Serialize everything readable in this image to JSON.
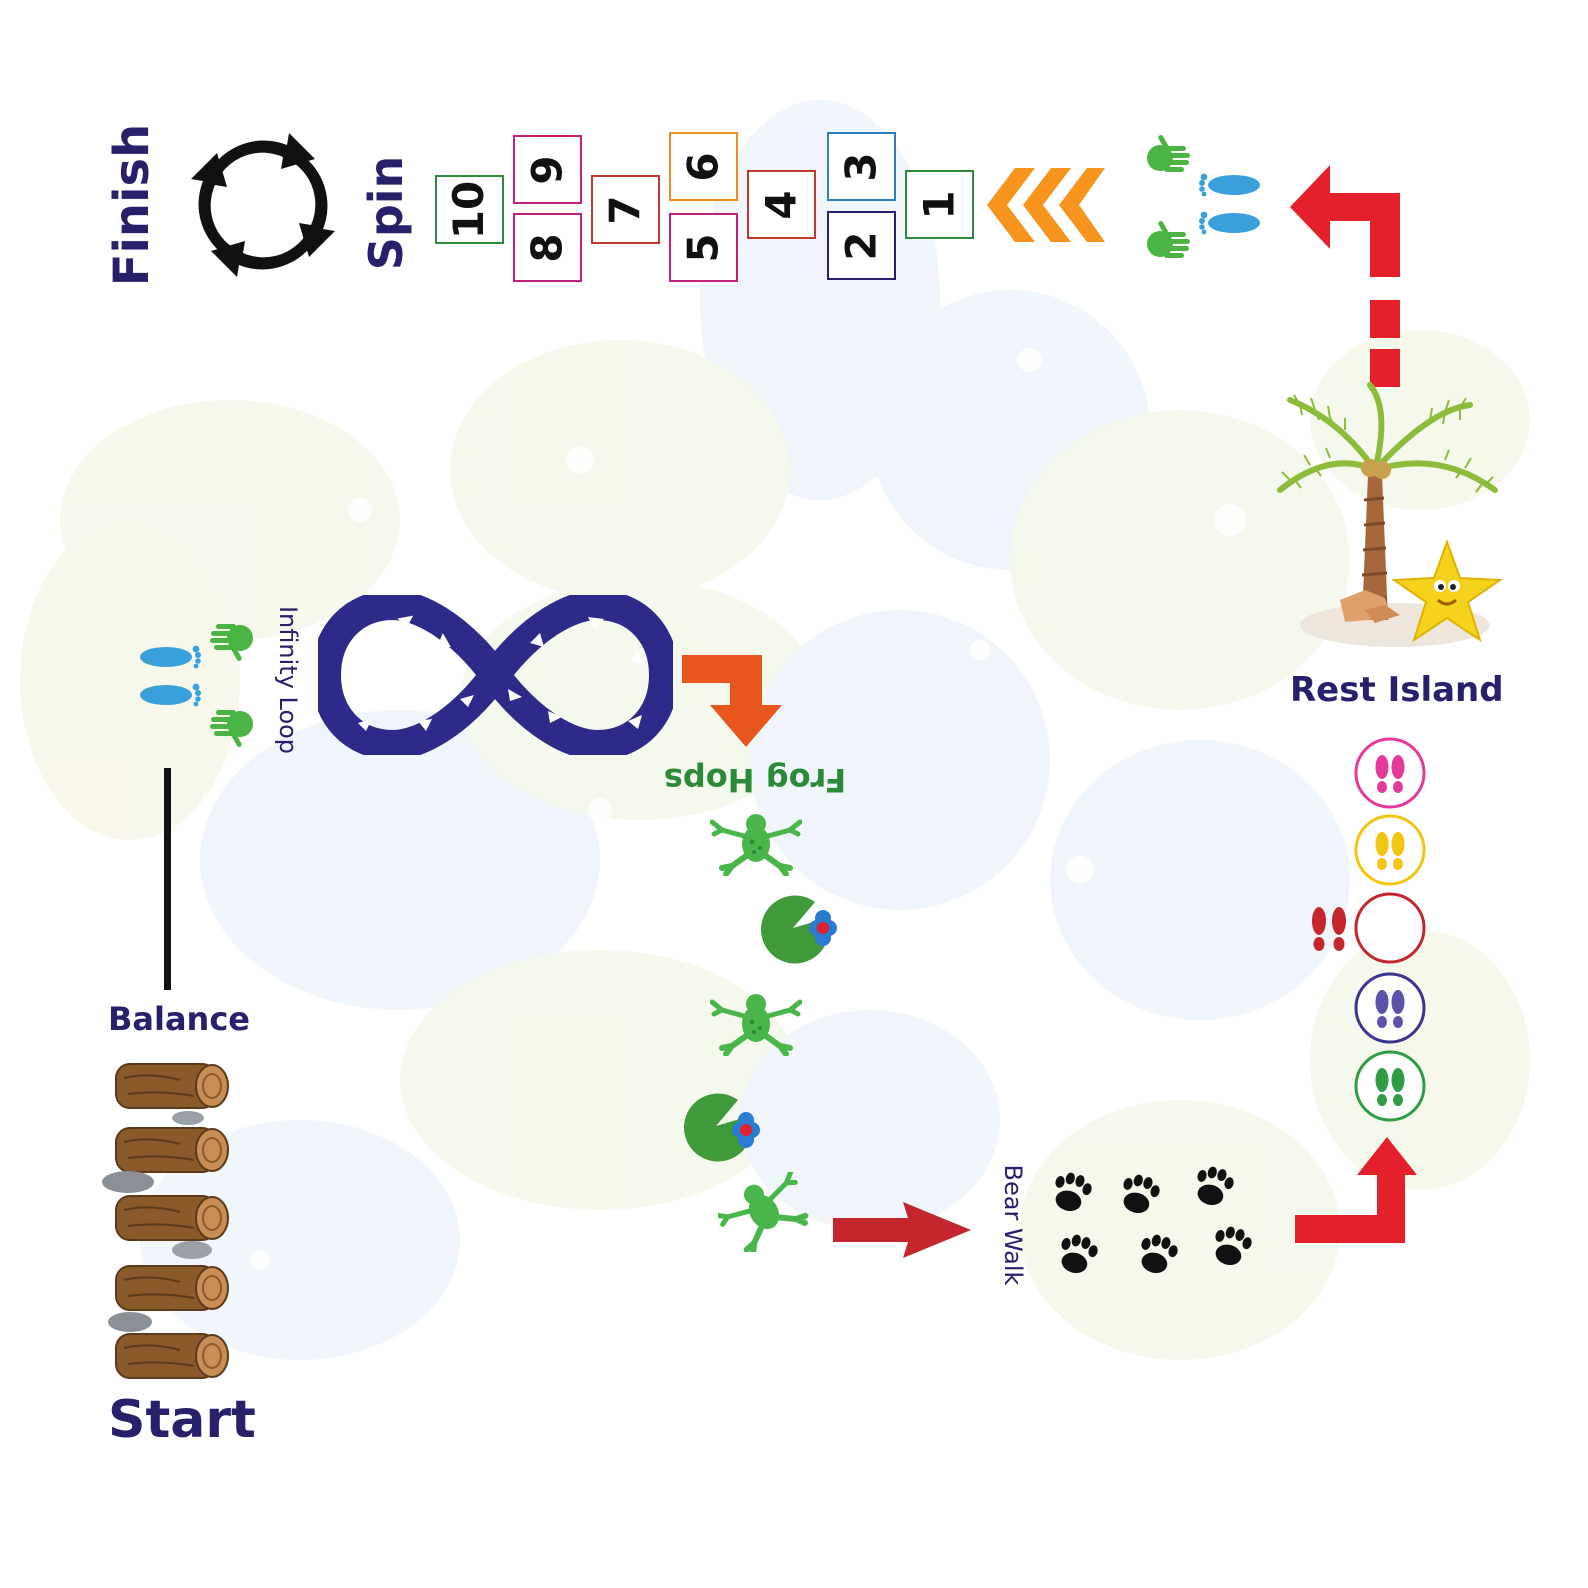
{
  "labels": {
    "finish": "Finish",
    "spin": "Spin",
    "infinity_loop": "Infinity Loop",
    "frog_hops": "Frog Hops",
    "balance": "Balance",
    "start": "Start",
    "bear_walk": "Bear Walk",
    "rest_island": "Rest Island"
  },
  "hopscotch": [
    {
      "number": "10",
      "color": "#2e8b3a"
    },
    {
      "number": "9",
      "color": "#c21f7e"
    },
    {
      "number": "8",
      "color": "#c21f7e"
    },
    {
      "number": "7",
      "color": "#c0392b"
    },
    {
      "number": "6",
      "color": "#f08a24"
    },
    {
      "number": "5",
      "color": "#c21f7e"
    },
    {
      "number": "4",
      "color": "#c0392b"
    },
    {
      "number": "3",
      "color": "#2a7fc1"
    },
    {
      "number": "2",
      "color": "#27216b"
    },
    {
      "number": "1",
      "color": "#2e8b3a"
    }
  ],
  "colors": {
    "label_navy": "#27216b",
    "infinity_blue": "#2e2a8a",
    "frog_green": "#49b649",
    "frog_hops_text": "#2b8a3a",
    "arrow_red": "#e4202a",
    "arrow_dark_red": "#c4262e",
    "arrow_orange": "#e8561e",
    "chevron_orange": "#f7941d",
    "foot_blue": "#3aa0dc",
    "hand_green": "#4bb543",
    "log_brown": "#8a5a2b"
  },
  "footprint_circles": [
    {
      "color": "#e43a9b"
    },
    {
      "color": "#f2c511"
    },
    {
      "color": "#c4262e"
    },
    {
      "color": "#3a358d"
    },
    {
      "color": "#2f9d46"
    }
  ],
  "icons": [
    "spin-arrows-icon",
    "infinity-icon",
    "frog-icon",
    "lily-pad-icon",
    "paw-print-icon",
    "palm-tree-icon",
    "starfish-icon",
    "log-icon",
    "rock-icon",
    "handprint-icon",
    "footprint-icon",
    "chevron-icon",
    "arrow-icon"
  ]
}
